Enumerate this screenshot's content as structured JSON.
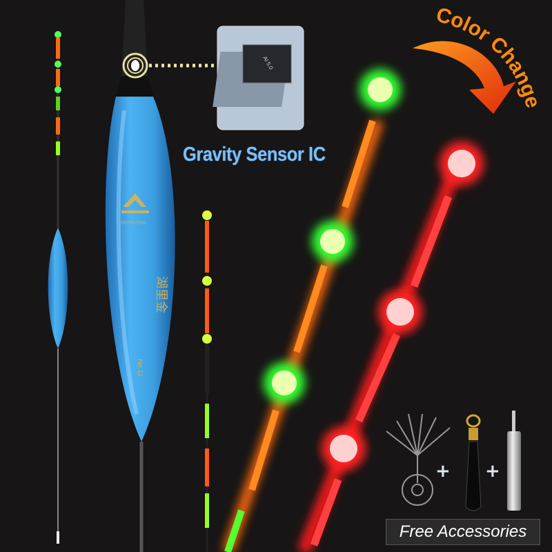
{
  "headline": {
    "color_change": "Color Change",
    "sensor": "Gravity Sensor IC"
  },
  "chip_label": "AI 5.0",
  "accessories": {
    "label": "Free Accessories",
    "plus": "+",
    "items": [
      "float-stopper-set",
      "swivel-connector",
      "battery"
    ]
  },
  "colors": {
    "background": "#171515",
    "float_body": "#3a9ee0",
    "led_green": "#39ff3a",
    "led_red": "#ff2a2a",
    "stripe_orange": "#ff7a1a",
    "text_blue": "#7fbff5",
    "arrow_orange": "#ff6a10"
  }
}
